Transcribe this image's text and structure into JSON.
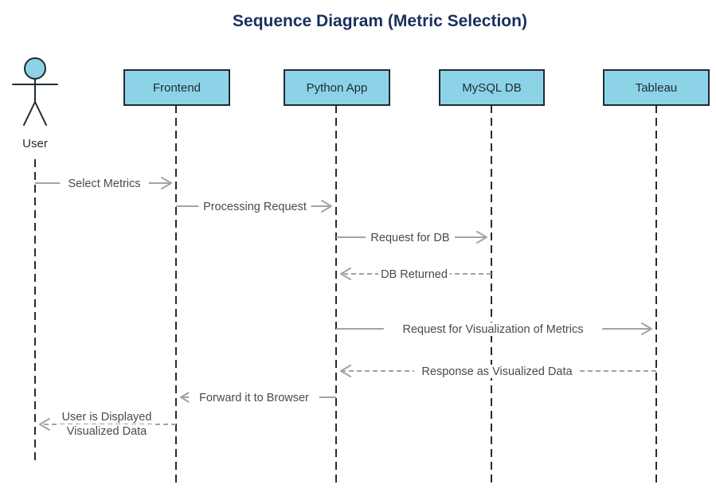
{
  "title": "Sequence Diagram (Metric Selection)",
  "actor": {
    "label": "User"
  },
  "participants": [
    {
      "id": "frontend",
      "label": "Frontend"
    },
    {
      "id": "python",
      "label": "Python App"
    },
    {
      "id": "mysql",
      "label": "MySQL DB"
    },
    {
      "id": "tableau",
      "label": "Tableau"
    }
  ],
  "messages": [
    {
      "id": "select-metrics",
      "from": "user",
      "to": "frontend",
      "style": "solid",
      "lines": [
        "Select Metrics"
      ]
    },
    {
      "id": "processing-request",
      "from": "frontend",
      "to": "python",
      "style": "solid",
      "lines": [
        "Processing Request"
      ]
    },
    {
      "id": "request-for-db",
      "from": "python",
      "to": "mysql",
      "style": "solid",
      "lines": [
        "Request for DB"
      ]
    },
    {
      "id": "db-returned",
      "from": "mysql",
      "to": "python",
      "style": "dashed",
      "lines": [
        "DB Returned"
      ]
    },
    {
      "id": "request-visualization",
      "from": "python",
      "to": "tableau",
      "style": "solid",
      "lines": [
        "Request for Visualization of Metrics"
      ]
    },
    {
      "id": "response-visualized",
      "from": "tableau",
      "to": "python",
      "style": "dashed",
      "lines": [
        "Response as Visualized Data"
      ]
    },
    {
      "id": "forward-to-browser",
      "from": "python",
      "to": "frontend",
      "style": "solid",
      "lines": [
        "Forward it to Browser"
      ]
    },
    {
      "id": "user-displayed",
      "from": "frontend",
      "to": "user",
      "style": "dashed",
      "lines": [
        "User is Displayed",
        "Visualized Data"
      ]
    }
  ]
}
